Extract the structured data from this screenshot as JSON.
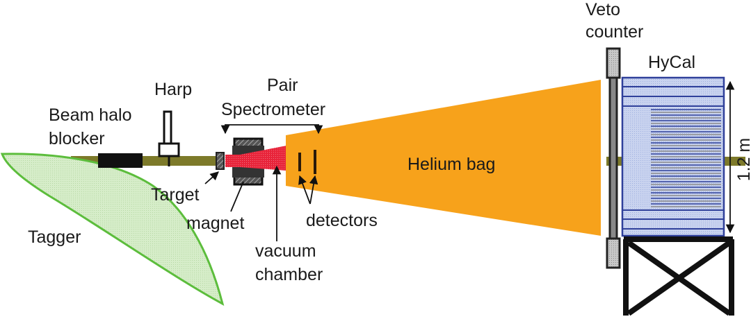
{
  "labels": {
    "beam_halo_blocker": [
      "Beam halo",
      "blocker"
    ],
    "harp": "Harp",
    "pair_spectrometer": [
      "Pair",
      "Spectrometer"
    ],
    "target": "Target",
    "magnet": "magnet",
    "vacuum_chamber": [
      "vacuum",
      "chamber"
    ],
    "detectors": "detectors",
    "helium_bag": "Helium bag",
    "tagger": "Tagger",
    "veto_counter": [
      "Veto",
      "counter"
    ],
    "hycal": "HyCal",
    "dimension": "1.2 m"
  },
  "colors": {
    "beamline": "#7d7a2a",
    "tagger_fill": "#d6edc9",
    "tagger_stroke": "#5cbd3c",
    "vacuum_chamber": "#e8243a",
    "helium_bag": "#f7a21b",
    "hycal_fill": "#c9d3ef",
    "hycal_stroke": "#2e3f9a",
    "veto_fill": "#c8c8c8"
  }
}
